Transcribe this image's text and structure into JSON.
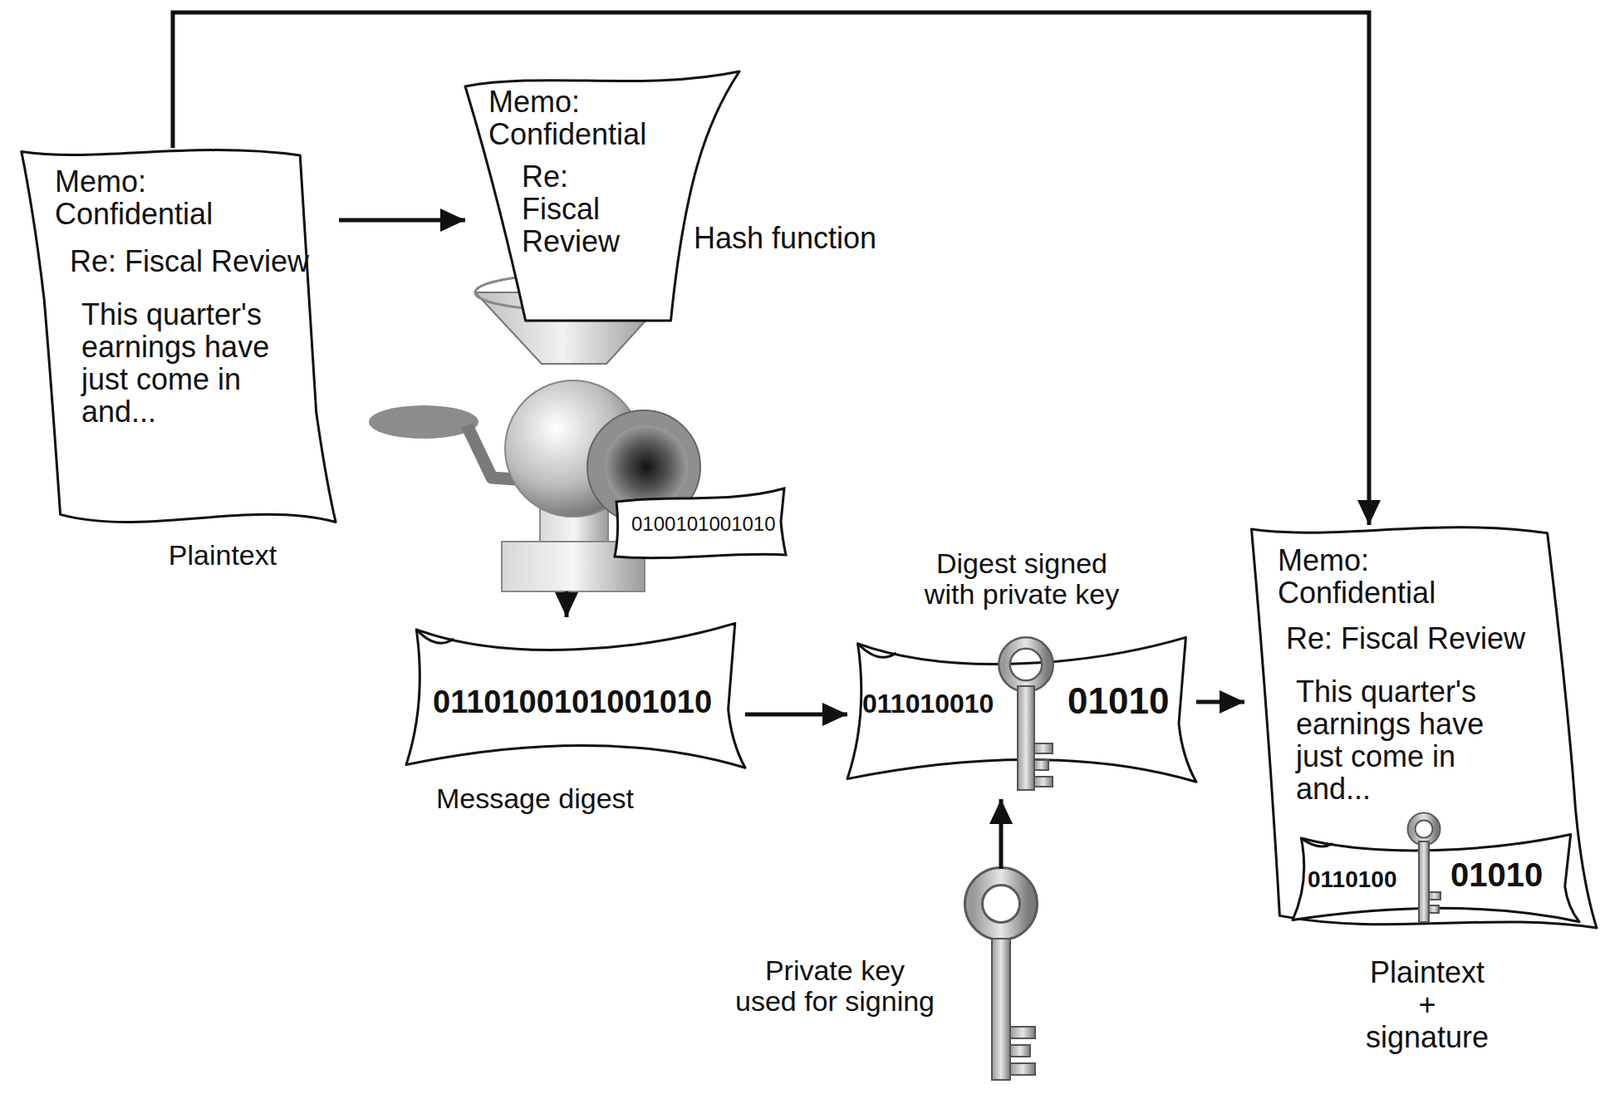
{
  "diagram": {
    "nodes": [
      {
        "text": [
          "Memo: Confidential",
          "Re: Fiscal Review",
          "This quarter's earnings have just come in and...",
          "Plaintext"
        ]
      },
      {
        "text": [
          "Memo: Confidential",
          "Re: Fiscal Review"
        ]
      },
      {
        "text": [
          "0110100101001010",
          "Message digest"
        ]
      },
      {
        "text": [
          "Digest signed with private key",
          "011010010",
          "01010"
        ]
      },
      {
        "text": [
          "Memo: Confidential",
          "Re: Fiscal Review",
          "This quarter's earnings have just come in and...",
          "Plaintext + signature"
        ]
      },
      {
        "text": [
          "0110100",
          "01010"
        ],
        "in": 4
      }
    ],
    "edges": [
      {
        "from": 0,
        "to": 1,
        "arrow": "to"
      },
      {
        "from": 1,
        "to": 2,
        "arrow": "to"
      },
      {
        "from": 2,
        "to": 3,
        "arrow": "to"
      },
      {
        "from": 3,
        "to": 4,
        "arrow": "to"
      },
      {
        "from": 0,
        "to": 4,
        "arrow": "to"
      }
    ],
    "labels": [
      "Hash function",
      "0100101001010",
      "Private key used for signing"
    ]
  }
}
